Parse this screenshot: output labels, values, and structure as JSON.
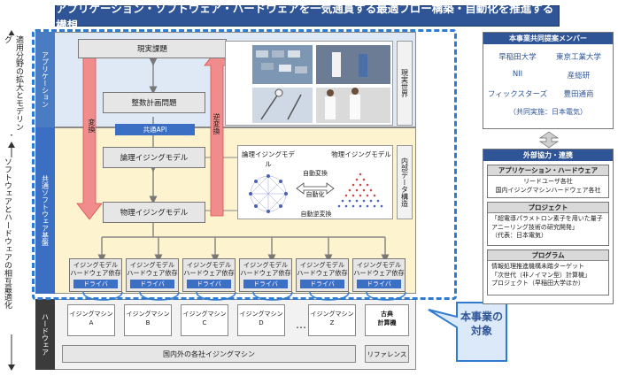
{
  "title": "アプリケーション・ソフトウェア・ハードウェアを一気通貫する最適フロー構築・自動化を推進する構想",
  "left_labels": {
    "top": "適用分野の拡大とモデリング",
    "bottom": "ソフトウェアとハードウェアの相互最適化"
  },
  "bands": {
    "application": "アプリケーション",
    "software": "共通ソフトウェア基盤",
    "hardware": "ハードウェア"
  },
  "boxes": {
    "real_problem": "現実課題",
    "integer_problem": "整数計画問題",
    "common_api": "共通API",
    "logical_ising": "論理イジングモデル",
    "physical_ising": "物理イジングモデル"
  },
  "arrows": {
    "convert": "変換",
    "inverse_convert": "逆変換"
  },
  "right_tags": {
    "real_world": "現実世界",
    "internal_data": "内部データ構造"
  },
  "internal": {
    "logical_label": "論理イジングモデル",
    "physical_label": "物理イジングモデル",
    "auto_convert": "自動変換",
    "automation": "自動化",
    "auto_inverse": "自動逆変換"
  },
  "ising_model_units": [
    {
      "line1": "イジングモデル",
      "line2": "ハードウェア依存",
      "driver": "ドライバ"
    },
    {
      "line1": "イジングモデル",
      "line2": "ハードウェア依存",
      "driver": "ドライバ"
    },
    {
      "line1": "イジングモデル",
      "line2": "ハードウェア依存",
      "driver": "ドライバ"
    },
    {
      "line1": "イジングモデル",
      "line2": "ハードウェア依存",
      "driver": "ドライバ"
    },
    {
      "line1": "イジングモデル",
      "line2": "ハードウェア依存",
      "driver": "ドライバ"
    },
    {
      "line1": "イジングモデル",
      "line2": "ハードウェア依存",
      "driver": "ドライバ"
    }
  ],
  "machines": [
    {
      "line1": "イジングマシン",
      "line2": "A"
    },
    {
      "line1": "イジングマシン",
      "line2": "B"
    },
    {
      "line1": "イジングマシン",
      "line2": "C"
    },
    {
      "line1": "イジングマシン",
      "line2": "D"
    },
    {
      "line1": "イジングマシン",
      "line2": "Z"
    }
  ],
  "ellipsis": "…",
  "classical": {
    "line1": "古典",
    "line2": "計算機"
  },
  "machines_footer": "国内外の各社イジングマシン",
  "reference": "リファレンス",
  "target_callout": {
    "line1": "本事業の",
    "line2": "対象"
  },
  "sidebar": {
    "members_header": "本事業共同提案メンバー",
    "members": [
      "早稲田大学",
      "東京工業大学",
      "NII",
      "産総研",
      "フィックスターズ",
      "豊田通商"
    ],
    "members_note": "（共同実施：日本電気）",
    "collab_header": "外部協力・連携",
    "sections": [
      {
        "header": "アプリケーション・ハードウェア",
        "text": [
          "リードユーザ各社",
          "国内イジングマシンハードウェア各社"
        ]
      },
      {
        "header": "プロジェクト",
        "text": [
          "「超電導パラメトロン素子を用いた量子アニーリング技術の研究開発」",
          "（代表：日本電気）"
        ]
      },
      {
        "header": "プログラム",
        "text": [
          "情報処理推進機構未踏ターゲット",
          "「次世代（非ノイマン型）計算機」",
          "プロジェクト（早稲田大学ほか）"
        ]
      }
    ]
  },
  "colors": {
    "title_bg": "#2f5597",
    "dashed": "#2e7bd1",
    "arrow_red": "#f08c8c",
    "app_band": "#dfe8f5",
    "sw_band": "#fdf3cf"
  }
}
